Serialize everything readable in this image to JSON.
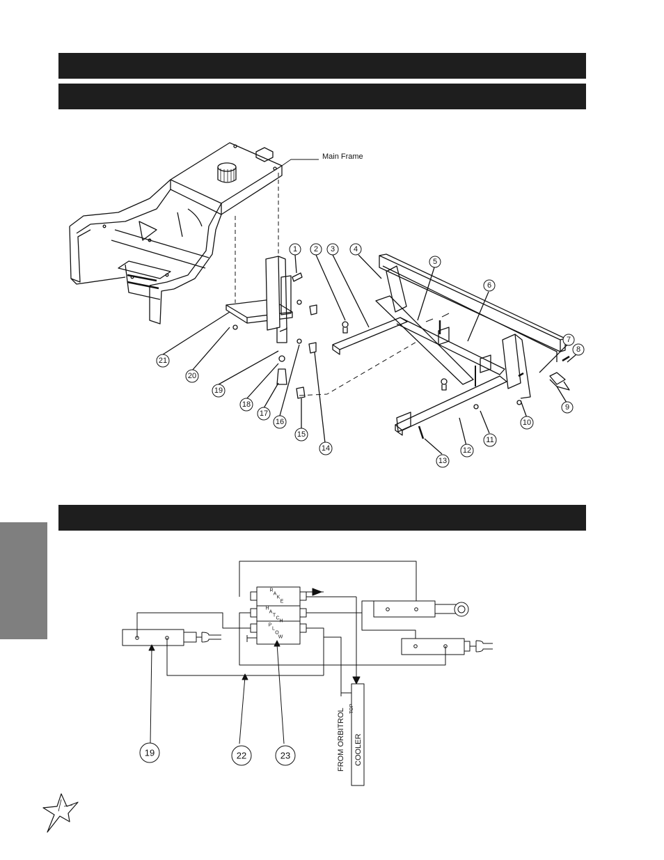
{
  "header": {
    "bar1_title": "",
    "bar2_title": ""
  },
  "section_bar": {
    "title": ""
  },
  "exploded_view": {
    "main_frame_label": "Main Frame",
    "callouts": [
      "1",
      "2",
      "3",
      "4",
      "5",
      "6",
      "7",
      "8",
      "9",
      "10",
      "11",
      "12",
      "13",
      "14",
      "15",
      "16",
      "17",
      "18",
      "19",
      "20",
      "21"
    ]
  },
  "hydraulic_diagram": {
    "callouts": [
      "19",
      "22",
      "23"
    ],
    "valve_sections": [
      "R A K E",
      "H A T C H",
      "P L O W"
    ],
    "from_label": "FROM ORBITROL",
    "top_label": "TOP",
    "cooler_label": "COOLER"
  },
  "logo": {
    "icon": "starburst-logo-icon"
  }
}
